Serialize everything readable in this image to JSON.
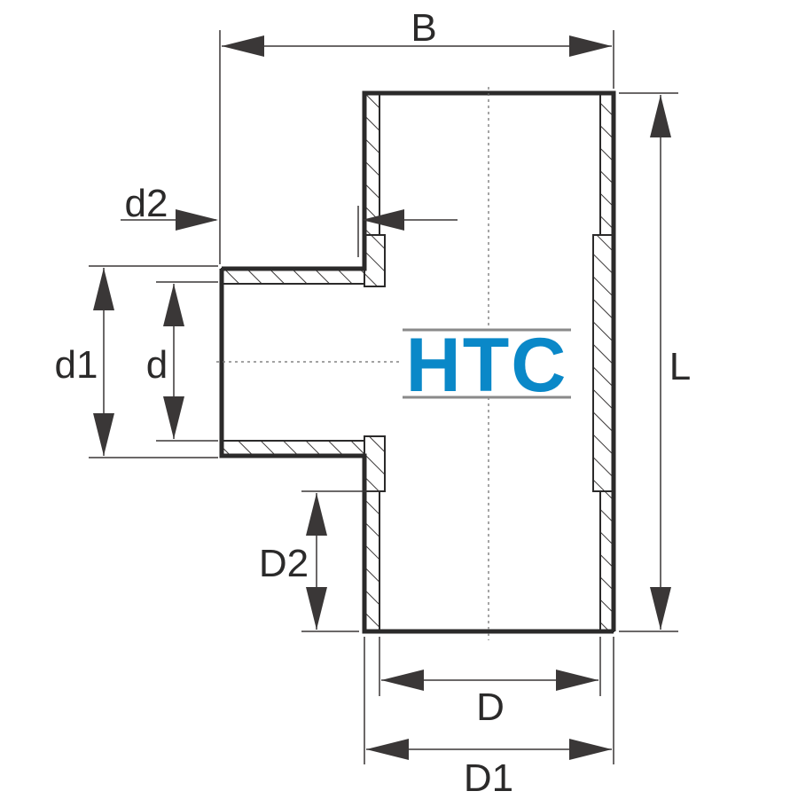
{
  "labels": {
    "B": "B",
    "L": "L",
    "d1": "d1",
    "d": "d",
    "d2": "d2",
    "D2": "D2",
    "D": "D",
    "D1": "D1"
  },
  "logo": {
    "text": "HTC"
  },
  "colors": {
    "outline": "#2b2a2a",
    "dimension": "#3a3737",
    "logo_text": "#0a88c8",
    "logo_rules": "#8a8a8a"
  }
}
